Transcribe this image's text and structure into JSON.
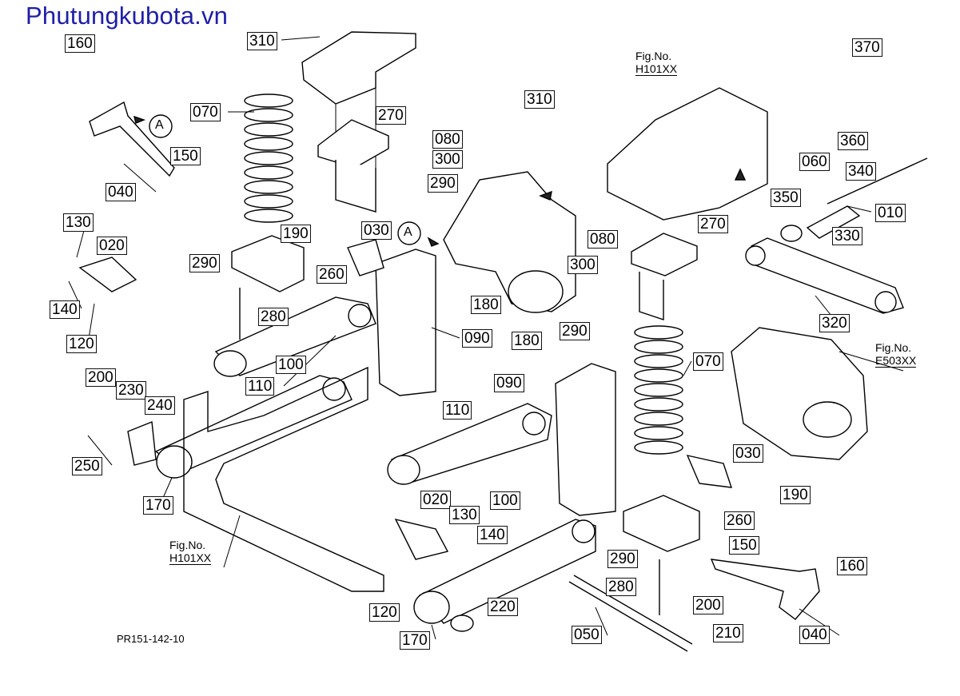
{
  "watermark": "Phutungkubota.vn",
  "drawing_code": "PR151-142-10",
  "section_mark": "A",
  "figure_refs": [
    {
      "line1": "Fig.No.",
      "line2": "H101XX"
    },
    {
      "line1": "Fig.No.",
      "line2": "E503XX"
    },
    {
      "line1": "Fig.No.",
      "line2": "H101XX"
    }
  ],
  "part_callouts": [
    "160",
    "310",
    "370",
    "070",
    "270",
    "080",
    "300",
    "290",
    "310",
    "360",
    "040",
    "150",
    "060",
    "340",
    "350",
    "010",
    "130",
    "020",
    "190",
    "030",
    "080",
    "270",
    "330",
    "290",
    "260",
    "300",
    "140",
    "280",
    "180",
    "120",
    "090",
    "290",
    "320",
    "180",
    "100",
    "070",
    "110",
    "200",
    "090",
    "230",
    "240",
    "110",
    "030",
    "250",
    "100",
    "190",
    "170",
    "020",
    "130",
    "260",
    "140",
    "290",
    "150",
    "160",
    "280",
    "200",
    "220",
    "120",
    "210",
    "170",
    "050",
    "040"
  ]
}
